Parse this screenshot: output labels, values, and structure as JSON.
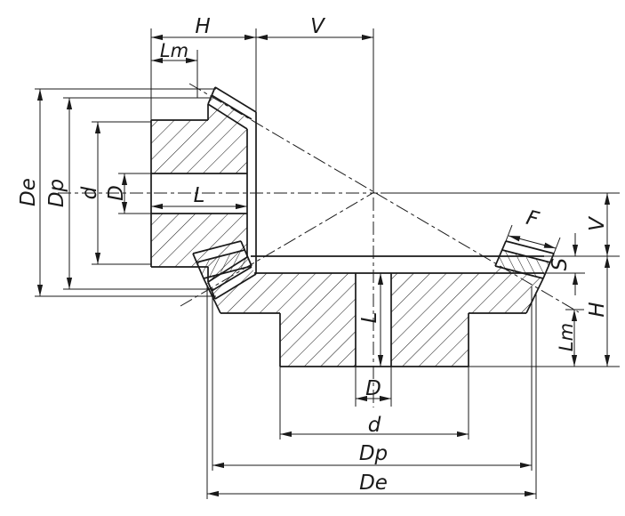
{
  "drawing": {
    "type": "bevel-gear-pair-dimension-section"
  },
  "colors": {
    "ink": "#1a1a1a",
    "background": "#ffffff"
  },
  "labels": {
    "h_top": "H",
    "v_top": "V",
    "lm_top": "Lm",
    "de_left": "De",
    "dp_left": "Dp",
    "d_left": "d",
    "bore_left": "D",
    "l_pinion": "L",
    "l_gear": "L",
    "bore_bottom": "D",
    "d_bottom": "d",
    "dp_bottom": "Dp",
    "de_bottom": "De",
    "v_right": "V",
    "s_right": "S",
    "h_right": "H",
    "lm_right": "Lm",
    "f_right": "F"
  }
}
